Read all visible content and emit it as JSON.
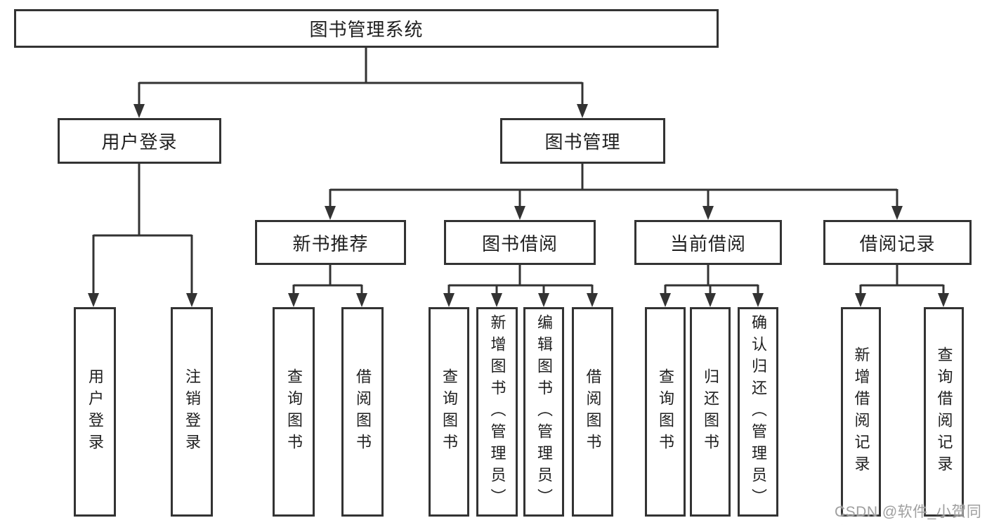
{
  "tree": {
    "root": "图书管理系统",
    "children": [
      {
        "label": "用户登录",
        "children": [
          "用户登录",
          "注销登录"
        ]
      },
      {
        "label": "图书管理",
        "children": [
          {
            "label": "新书推荐",
            "children": [
              "查询图书",
              "借阅图书"
            ]
          },
          {
            "label": "图书借阅",
            "children": [
              "查询图书",
              "新增图书（管理员）",
              "编辑图书（管理员）",
              "借阅图书"
            ]
          },
          {
            "label": "当前借阅",
            "children": [
              "查询图书",
              "归还图书",
              "确认归还（管理员）"
            ]
          },
          {
            "label": "借阅记录",
            "children": [
              "新增借阅记录",
              "查询借阅记录"
            ]
          }
        ]
      }
    ]
  },
  "watermark": "CSDN @软件_小贺同学",
  "colors": {
    "line": "#333333",
    "box_border": "#333333",
    "text": "#1f1f1f",
    "watermark": "#9f9f9f",
    "background": "#ffffff"
  }
}
